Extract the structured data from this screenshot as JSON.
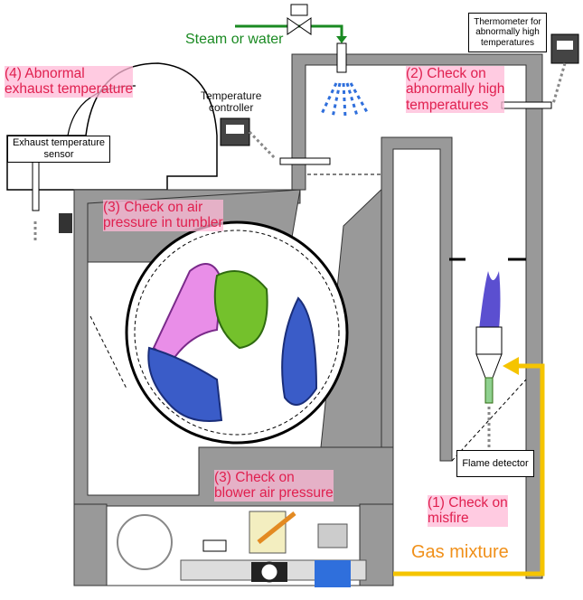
{
  "supply": {
    "steam_label": "Steam or water",
    "gas_label": "Gas mixture"
  },
  "checks": {
    "exhaust": "(4) Abnormal\nexhaust temperature",
    "high_temp": "(2) Check on\nabnormally high\ntemperatures",
    "tumbler_air": "(3) Check on air\npressure in tumbler",
    "blower_air": "(3) Check on\nblower air pressure",
    "misfire": "(1) Check on\nmisfire"
  },
  "devices": {
    "thermometer": "Thermometer for\nabnormally high\ntemperatures",
    "exhaust_sensor": "Exhaust temperature\nsensor",
    "temp_controller": "Temperature\ncontroller",
    "flame_detector": "Flame detector"
  },
  "colors": {
    "body": "#999999",
    "steam_pipe": "#1a8a22",
    "spray": "#2f6fdc",
    "gas_pipe": "#f5c400",
    "check_text": "#e0204f",
    "highlight": "#ffb9d7",
    "gas_text": "#f0901a",
    "valve": "#2f6fdc"
  }
}
